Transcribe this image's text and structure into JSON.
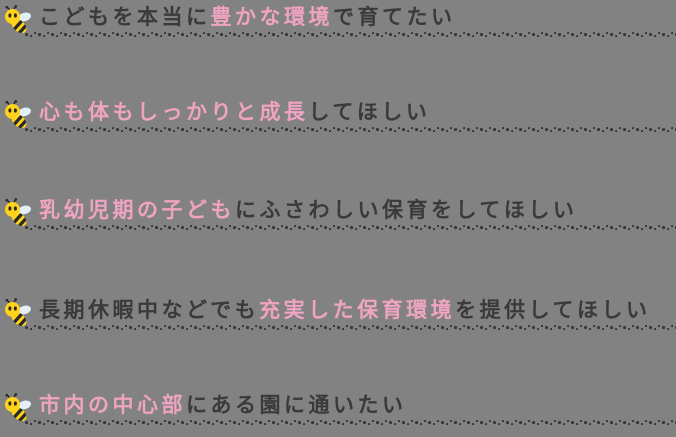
{
  "page": {
    "description": "List of five parental wishes about childcare, each marked with a bee icon and a dotted underline"
  },
  "colors": {
    "background": "#828282",
    "text": "#3a3a3a",
    "accent_pink": "#f0a4c2",
    "dot": "#383838",
    "bee_yellow": "#ffd21c",
    "bee_dark": "#282828",
    "bee_wing": "#e3f0f8"
  },
  "items": [
    {
      "full_text": "こどもを本当に豊かな環境で育てたい",
      "parts": [
        {
          "text": "こどもを本当に",
          "accent": false
        },
        {
          "text": "豊かな環境",
          "accent": true
        },
        {
          "text": "で育てたい",
          "accent": false
        }
      ]
    },
    {
      "full_text": "心も体もしっかりと成長してほしい",
      "parts": [
        {
          "text": "心も体もしっかりと成長",
          "accent": true
        },
        {
          "text": "してほしい",
          "accent": false
        }
      ]
    },
    {
      "full_text": "乳幼児期の子どもにふさわしい保育をしてほしい",
      "parts": [
        {
          "text": "乳幼児期の子ども",
          "accent": true
        },
        {
          "text": "にふさわしい保育をしてほしい",
          "accent": false
        }
      ]
    },
    {
      "full_text": "長期休暇中などでも充実した保育環境を提供してほしい",
      "parts": [
        {
          "text": "長期休暇中などでも",
          "accent": false
        },
        {
          "text": "充実した保育環境",
          "accent": true
        },
        {
          "text": "を提供してほしい",
          "accent": false
        }
      ]
    },
    {
      "full_text": "市内の中心部にある園に通いたい",
      "parts": [
        {
          "text": "市内の中心部",
          "accent": true
        },
        {
          "text": "にある園に通いたい",
          "accent": false
        }
      ]
    }
  ]
}
